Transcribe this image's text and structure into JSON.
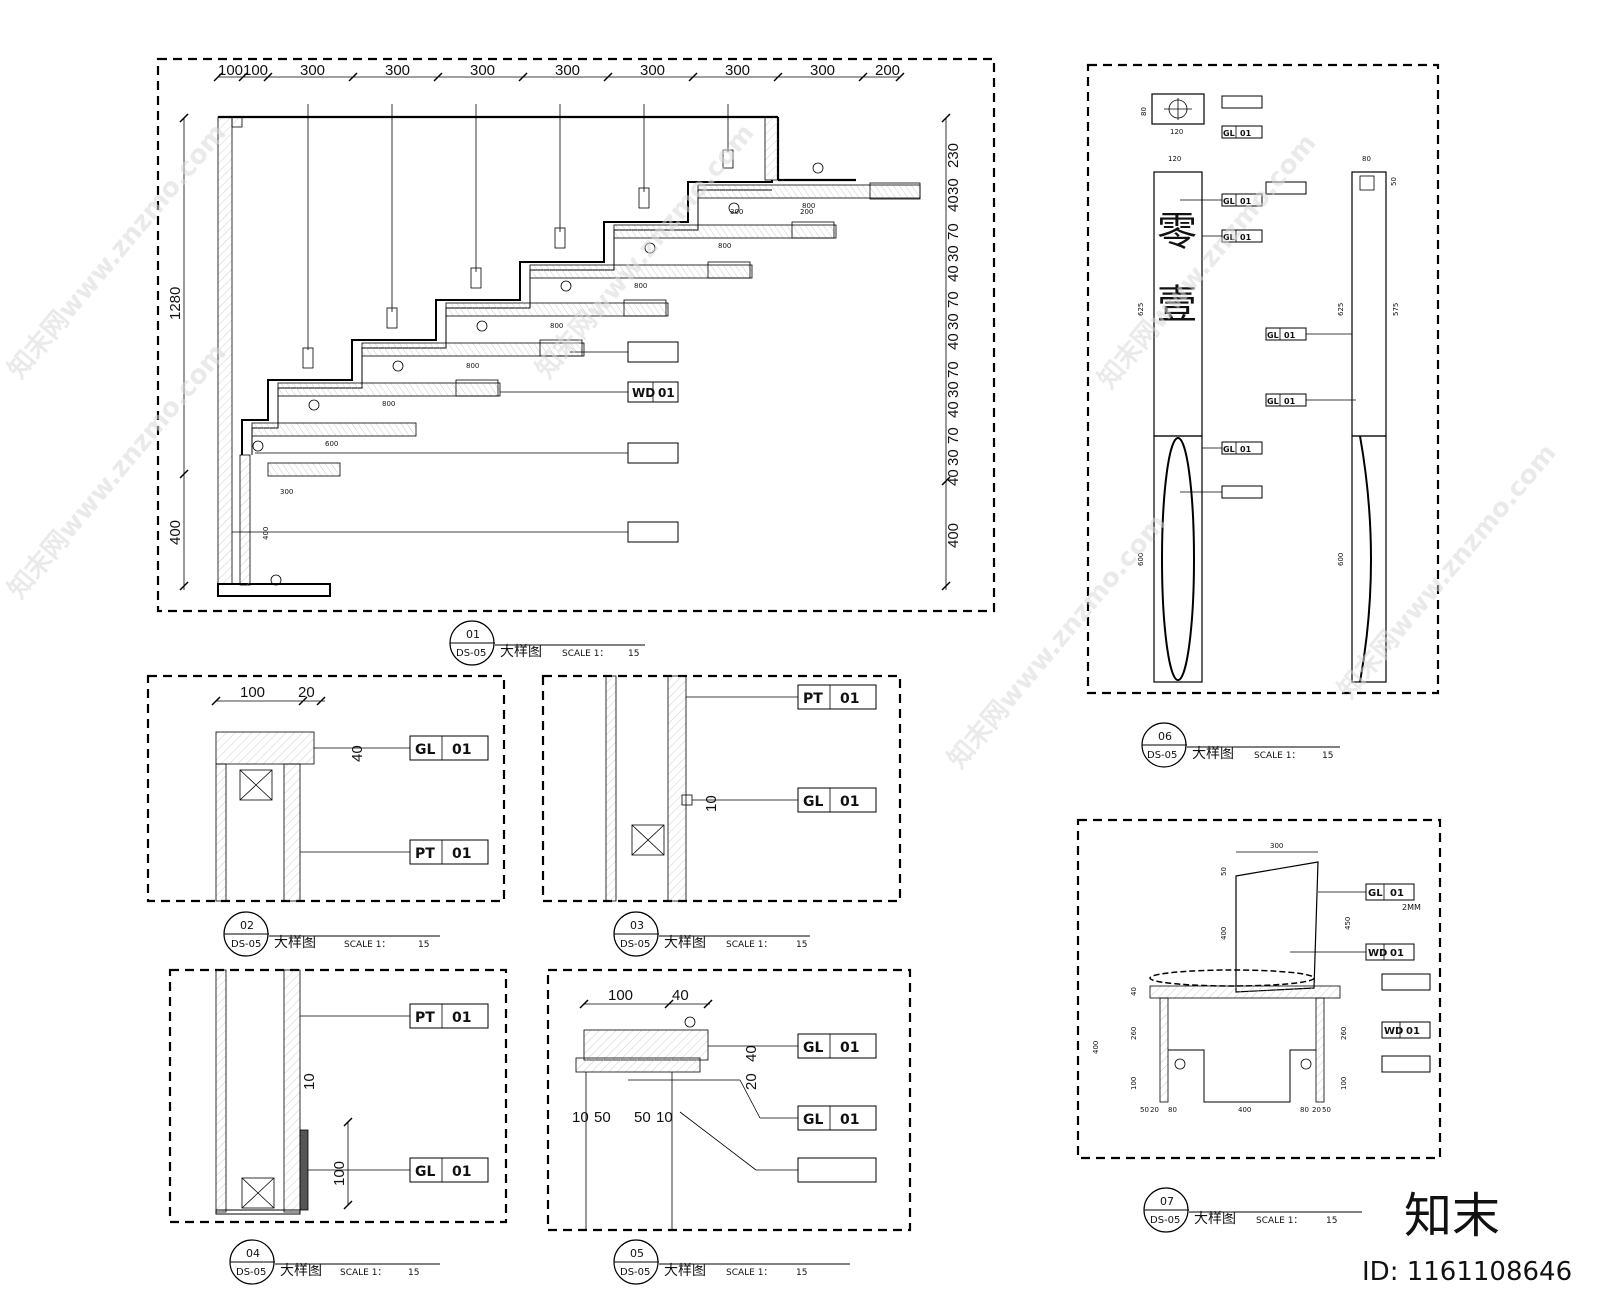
{
  "drawing": {
    "detail01": {
      "number": "01",
      "sheet": "DS-05",
      "title": "大样图",
      "scale": "SCALE 1：",
      "scale_value": "15",
      "top_dims": [
        "100",
        "100",
        "300",
        "300",
        "300",
        "300",
        "300",
        "300",
        "300",
        "200"
      ],
      "left_dims": [
        "1280",
        "400"
      ],
      "right_dims": [
        "230",
        "30",
        "40",
        "70",
        "30",
        "40",
        "70",
        "30",
        "40",
        "70",
        "30",
        "40",
        "70",
        "30",
        "40",
        "70",
        "30",
        "40",
        "70",
        "30",
        "40",
        "70",
        "30",
        "40",
        "400"
      ],
      "shelf_dims": [
        "800",
        "800",
        "800",
        "800",
        "800",
        "800",
        "600",
        "300",
        "400",
        "200",
        "300"
      ],
      "tag_wd": "WD",
      "tag_num": "01"
    },
    "detail02": {
      "number": "02",
      "sheet": "DS-05",
      "title": "大样图",
      "scale": "SCALE 1：",
      "scale_value": "15",
      "dims": [
        "100",
        "20",
        "40"
      ],
      "tags": [
        {
          "code": "GL",
          "num": "01"
        },
        {
          "code": "PT",
          "num": "01"
        }
      ]
    },
    "detail03": {
      "number": "03",
      "sheet": "DS-05",
      "title": "大样图",
      "scale": "SCALE 1：",
      "scale_value": "15",
      "dims": [
        "10"
      ],
      "tags": [
        {
          "code": "PT",
          "num": "01"
        },
        {
          "code": "GL",
          "num": "01"
        }
      ]
    },
    "detail04": {
      "number": "04",
      "sheet": "DS-05",
      "title": "大样图",
      "scale": "SCALE 1：",
      "scale_value": "15",
      "dims": [
        "10",
        "100"
      ],
      "tags": [
        {
          "code": "PT",
          "num": "01"
        },
        {
          "code": "GL",
          "num": "01"
        }
      ]
    },
    "detail05": {
      "number": "05",
      "sheet": "DS-05",
      "title": "大样图",
      "scale": "SCALE 1：",
      "scale_value": "15",
      "dims": [
        "100",
        "40",
        "20",
        "40",
        "10",
        "50",
        "50",
        "10"
      ],
      "tags": [
        {
          "code": "GL",
          "num": "01"
        },
        {
          "code": "GL",
          "num": "01"
        }
      ]
    },
    "detail06": {
      "number": "06",
      "sheet": "DS-05",
      "title": "大样图",
      "scale": "SCALE 1：",
      "scale_value": "15",
      "sign_chars": [
        "零",
        "壹"
      ],
      "dims": [
        "80",
        "120",
        "120",
        "625",
        "600",
        "80",
        "50",
        "625",
        "575",
        "600"
      ],
      "tags": [
        {
          "code": "GL",
          "num": "01"
        },
        {
          "code": "GL",
          "num": "01"
        },
        {
          "code": "GL",
          "num": "01"
        },
        {
          "code": "GL",
          "num": "01"
        },
        {
          "code": "GL",
          "num": "01"
        },
        {
          "code": "GL",
          "num": "01"
        }
      ]
    },
    "detail07": {
      "number": "07",
      "sheet": "DS-05",
      "title": "大样图",
      "scale": "SCALE 1：",
      "scale_value": "15",
      "dims": [
        "300",
        "50",
        "400",
        "450",
        "40",
        "400",
        "260",
        "100",
        "260",
        "100",
        "50",
        "20",
        "80",
        "400",
        "80",
        "20",
        "50"
      ],
      "tag_note": "2MM",
      "tags": [
        {
          "code": "GL",
          "num": "01"
        },
        {
          "code": "WD",
          "num": "01"
        },
        {
          "code": "WD",
          "num": "01"
        }
      ]
    }
  },
  "branding": {
    "logo": "知末",
    "id_label": "ID: 1161108646",
    "watermark": "知末网www.znzmo.com"
  }
}
